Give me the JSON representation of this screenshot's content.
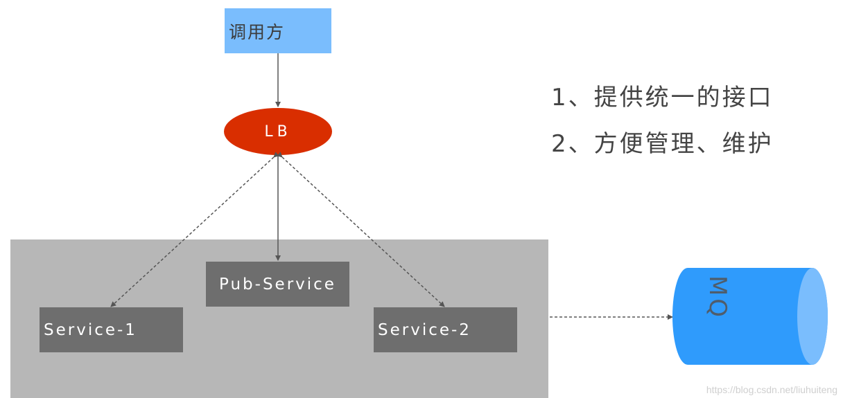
{
  "caller": {
    "label": "调用方"
  },
  "lb": {
    "label": "LB"
  },
  "services": {
    "pub": "Pub-Service",
    "one": "Service-1",
    "two": "Service-2"
  },
  "mq": {
    "label": "MQ"
  },
  "notes": [
    "1、提供统一的接口",
    "2、方便管理、维护"
  ],
  "watermark": "https://blog.csdn.net/liuhuiteng",
  "colors": {
    "caller_fill": "#7abdfd",
    "lb_fill": "#d92e00",
    "cluster_fill": "#b7b7b7",
    "service_fill": "#6e6e6e",
    "mq_fill": "#2f9bfc",
    "mq_cap": "#7abdfd",
    "connector": "#555555"
  }
}
